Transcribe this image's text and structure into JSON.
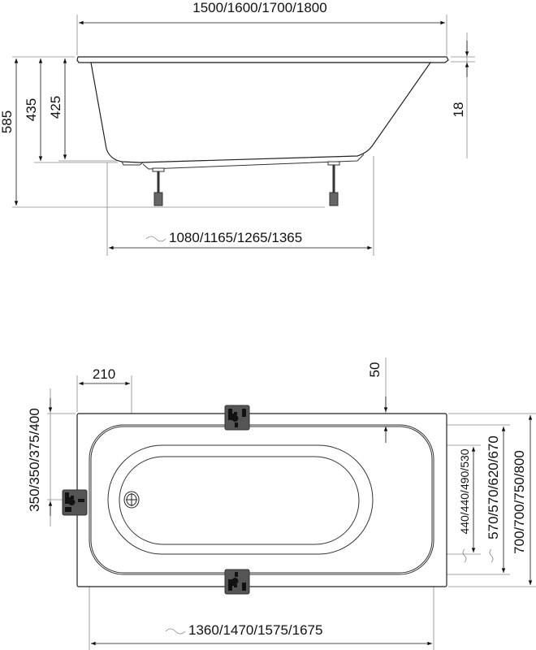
{
  "side_view": {
    "overall_length": "1500/1600/1700/1800",
    "total_height": "585",
    "rim_height_1": "435",
    "rim_height_2": "425",
    "rim_thickness": "18",
    "leg_spacing": "1080/1165/1265/1365",
    "approx_symbol": "~"
  },
  "plan_view": {
    "drain_offset": "210",
    "rim_offset": "50",
    "drain_position": "350/350/375/400",
    "bottom_width": "440/440/490/530",
    "inner_width": "570/570/620/670",
    "overall_width": "700/700/750/800",
    "inner_length": "1360/1470/1575/1675",
    "approx_symbol": "~"
  }
}
